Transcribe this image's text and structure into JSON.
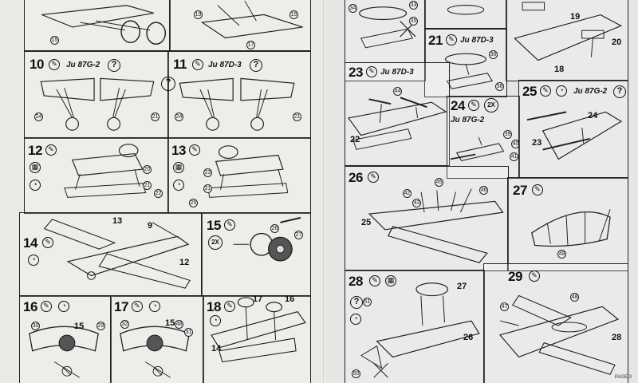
{
  "sheet": {
    "page_number": "PAGE 3",
    "colors": {
      "paper": "#e9e9e6",
      "ink": "#111111",
      "background": "#3a3a3a"
    }
  },
  "steps": [
    {
      "id": "10",
      "number": "10",
      "variant": "Ju 87G-2",
      "parts": [
        "24",
        "21"
      ]
    },
    {
      "id": "11",
      "number": "11",
      "variant": "Ju 87D-3",
      "parts": [
        "24",
        "21"
      ]
    },
    {
      "id": "12",
      "number": "12",
      "parts": [
        "20",
        "21",
        "22"
      ]
    },
    {
      "id": "13",
      "number": "13",
      "parts": [
        "23",
        "21",
        "25"
      ]
    },
    {
      "id": "14",
      "number": "14",
      "parts": [
        "13",
        "9",
        "12"
      ]
    },
    {
      "id": "15",
      "number": "15",
      "quantity": "2X",
      "parts": [
        "26",
        "27"
      ]
    },
    {
      "id": "16",
      "number": "16",
      "parts": [
        "30",
        "15",
        "29"
      ]
    },
    {
      "id": "17",
      "number": "17",
      "parts": [
        "32",
        "15",
        "48",
        "31"
      ]
    },
    {
      "id": "18",
      "number": "18",
      "parts": [
        "17",
        "16",
        "14"
      ]
    },
    {
      "id": "21",
      "number": "21",
      "variant": "Ju 87D-3",
      "parts": [
        "36",
        "38"
      ]
    },
    {
      "id": "23",
      "number": "23",
      "variant": "Ju 87D-3",
      "parts": [
        "44",
        "22"
      ]
    },
    {
      "id": "24",
      "number": "24",
      "variant": "Ju 87G-2",
      "quantity": "2X",
      "parts": [
        "39",
        "40",
        "41"
      ]
    },
    {
      "id": "25",
      "number": "25",
      "variant": "Ju 87G-2",
      "parts": [
        "24",
        "23"
      ]
    },
    {
      "id": "26",
      "number": "26",
      "parts": [
        "42",
        "43",
        "45",
        "46",
        "25"
      ]
    },
    {
      "id": "27",
      "number": "27",
      "parts": [
        "49"
      ]
    },
    {
      "id": "28",
      "number": "28",
      "parts": [
        "27",
        "26",
        "51",
        "50"
      ]
    },
    {
      "id": "29",
      "number": "29",
      "parts": [
        "47",
        "48",
        "28"
      ]
    }
  ],
  "partial_parts": {
    "top_left_a": [
      "15"
    ],
    "top_left_b": [
      "19",
      "15",
      "17"
    ],
    "top_right_a": [
      "34",
      "33",
      "35"
    ],
    "top_right_c": [
      "19",
      "20",
      "18"
    ]
  },
  "icons": {
    "question": "?",
    "glue": "glue-tube-icon",
    "reference": "magnifier-icon",
    "cement_box": "cement-box-icon",
    "decal": "decal-icon",
    "no_glue": "crossed-circle-icon"
  }
}
